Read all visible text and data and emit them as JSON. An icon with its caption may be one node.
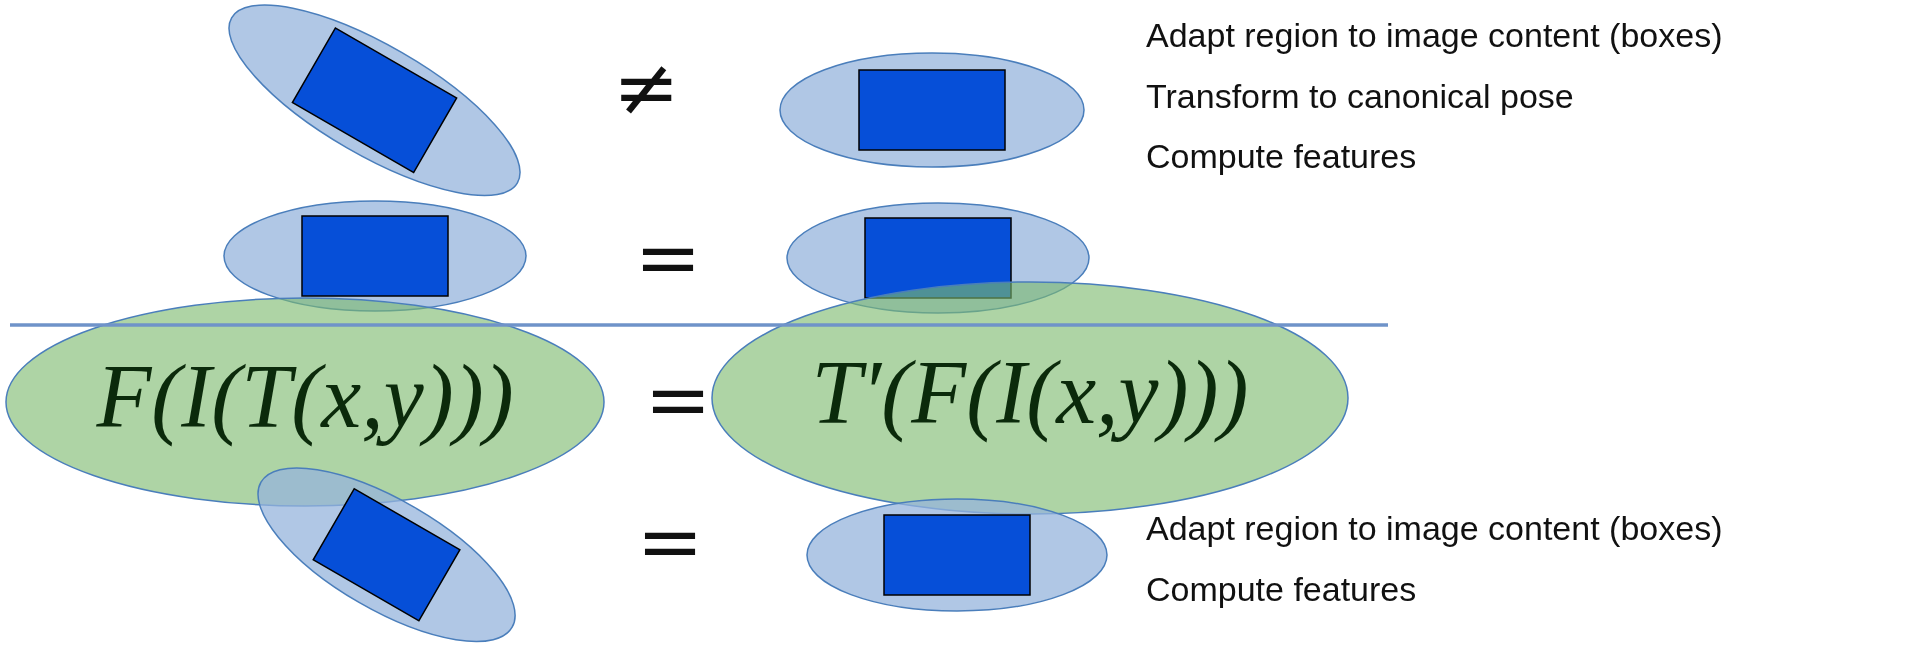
{
  "diagram": {
    "nodes": [
      {
        "text": [],
        "shape": "ellipse"
      },
      {
        "text": [],
        "shape": "ellipse"
      },
      {
        "text": [],
        "shape": "ellipse"
      },
      {
        "text": [],
        "shape": "ellipse"
      },
      {
        "text": [
          "F(I(T(x,y)))"
        ]
      },
      {
        "text": [
          "T′(F(I(x,y)))"
        ]
      },
      {
        "text": [],
        "shape": "ellipse"
      },
      {
        "text": [],
        "shape": "ellipse"
      }
    ],
    "labels": [
      "≠",
      "Adapt region to image content (boxes)",
      "Transform to canonical pose",
      "Compute features",
      "=",
      "=",
      "=",
      "Adapt region to image content (boxes)",
      "Compute features"
    ]
  }
}
